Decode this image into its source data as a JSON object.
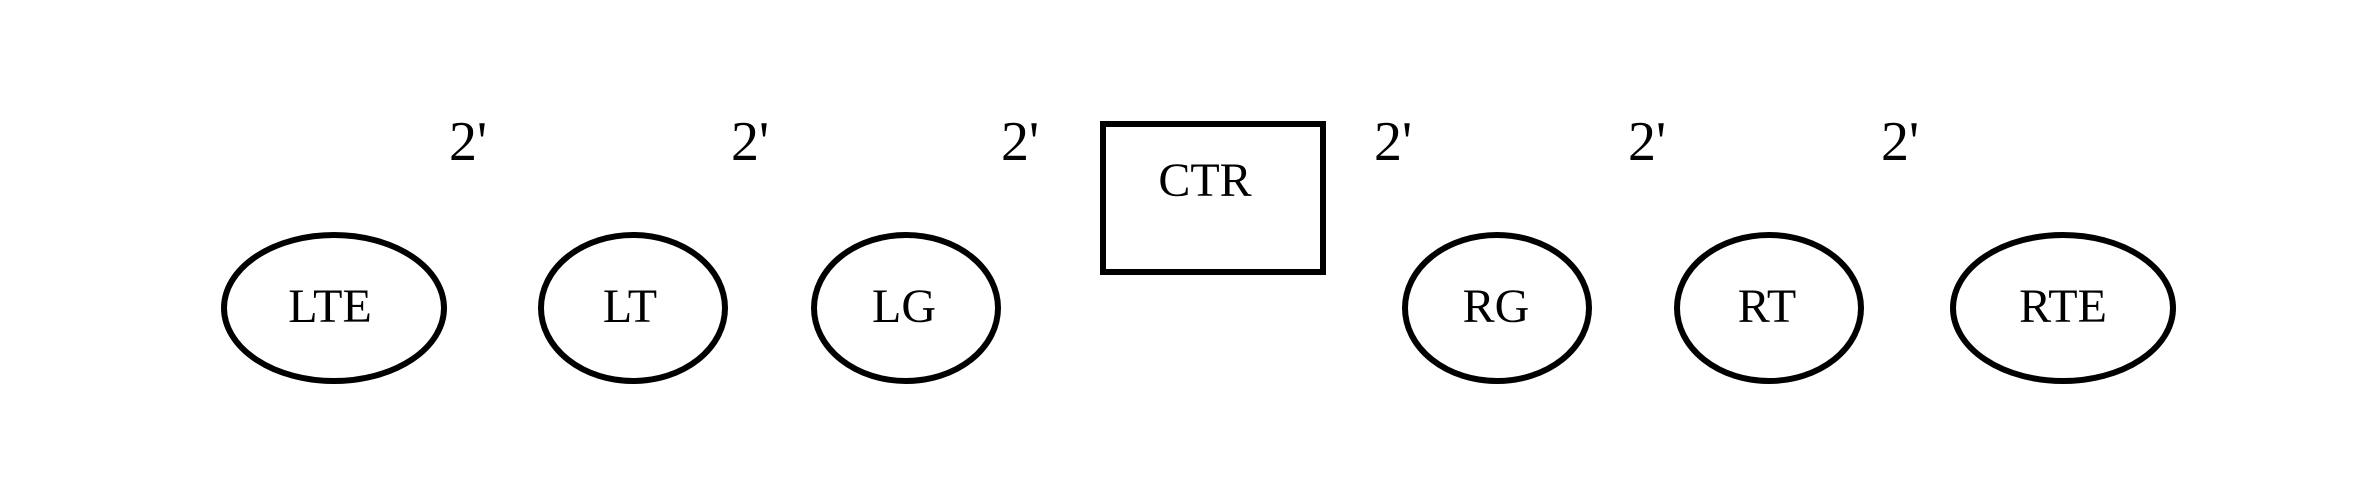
{
  "formation": {
    "gap_labels": [
      "2'",
      "2'",
      "2'",
      "2'",
      "2'",
      "2'"
    ],
    "center": {
      "label": "CTR"
    },
    "players": [
      {
        "label": "LTE"
      },
      {
        "label": "LT"
      },
      {
        "label": "LG"
      },
      {
        "label": "RG"
      },
      {
        "label": "RT"
      },
      {
        "label": "RTE"
      }
    ]
  },
  "colors": {
    "stroke": "#000000",
    "background": "#ffffff"
  }
}
